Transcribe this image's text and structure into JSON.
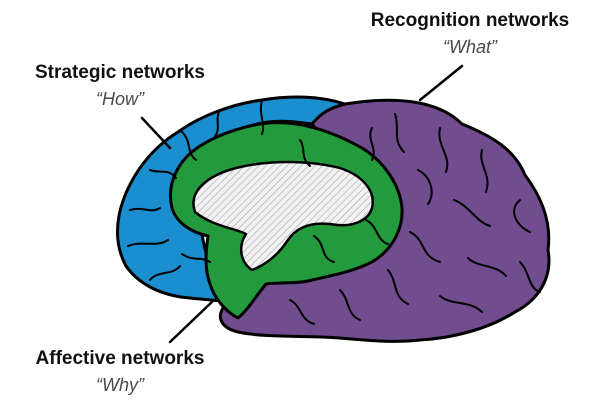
{
  "networks": {
    "recognition": {
      "title": "Recognition networks",
      "question": "“What”",
      "color": "#714c8f"
    },
    "strategic": {
      "title": "Strategic networks",
      "question": "“How”",
      "color": "#1b8ed0"
    },
    "affective": {
      "title": "Affective networks",
      "question": "“Why”",
      "color": "#239a3c"
    }
  },
  "outline_color": "#000000",
  "center_fill": "#f2f2f2"
}
